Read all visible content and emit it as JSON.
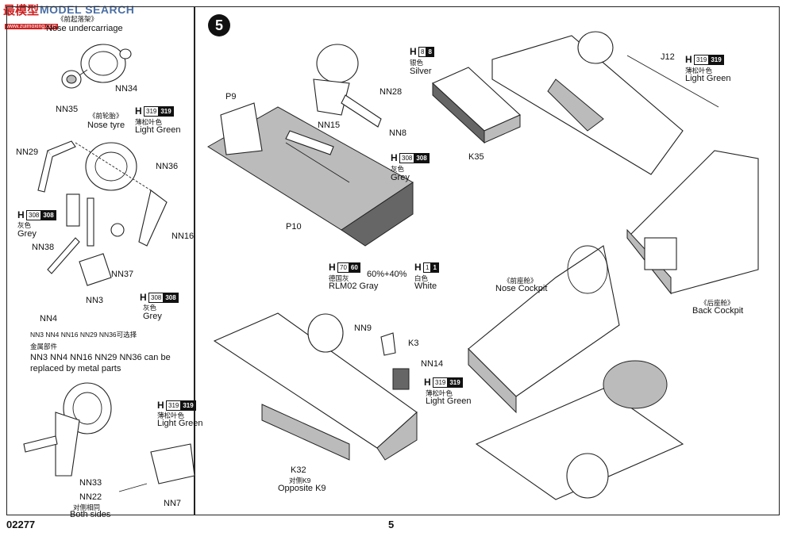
{
  "watermark": {
    "logo_cn": "最模型",
    "logo_en": "MODEL SEARCH",
    "logo_url": "www.zuimoxing.com"
  },
  "left_panel": {
    "title_cn": "《前起落架》",
    "title_en": "Nose undercarriage",
    "labels": {
      "nn34": "NN34",
      "nn35": "NN35",
      "nn29": "NN29",
      "nn36": "NN36",
      "nn16": "NN16",
      "nn38": "NN38",
      "nn37": "NN37",
      "nn3": "NN3",
      "nn4": "NN4",
      "nn33": "NN33",
      "nn22": "NN22",
      "nn7": "NN7"
    },
    "nose_tyre_cn": "《前轮胎》",
    "nose_tyre_en": "Nose tyre",
    "colors": {
      "c319_top": {
        "h": "H",
        "code1": "319",
        "code2": "319",
        "cn": "薄松叶色",
        "en": "Light Green"
      },
      "c308_left": {
        "h": "H",
        "code1": "308",
        "code2": "308",
        "cn": "灰色",
        "en": "Grey"
      },
      "c308_right": {
        "h": "H",
        "code1": "308",
        "code2": "308",
        "cn": "灰色",
        "en": "Grey"
      },
      "c319_bottom": {
        "h": "H",
        "code1": "319",
        "code2": "319",
        "cn": "薄松叶色",
        "en": "Light Green"
      }
    },
    "note_cn_1": "NN3 NN4 NN16 NN29 NN36可选择",
    "note_cn_2": "金属部件",
    "note_en_1": "NN3 NN4 NN16 NN29 NN36 can be",
    "note_en_2": "replaced by metal parts",
    "both_sides_cn": "对侧相同",
    "both_sides_en": "Both sides"
  },
  "step": {
    "number": "5",
    "labels": {
      "p9": "P9",
      "p10": "P10",
      "nn28": "NN28",
      "nn15": "NN15",
      "nn8": "NN8",
      "k35": "K35",
      "j12": "J12",
      "nn9": "NN9",
      "k3": "K3",
      "nn14": "NN14",
      "k32": "K32"
    },
    "opposite_cn": "对侧K9",
    "opposite_en": "Opposite K9",
    "mix": "60%+40%",
    "colors": {
      "silver": {
        "h": "H",
        "code1": "8",
        "code2": "8",
        "cn": "银色",
        "en": "Silver"
      },
      "lightgreen_j12": {
        "h": "H",
        "code1": "319",
        "code2": "319",
        "cn": "薄松叶色",
        "en": "Light Green"
      },
      "grey_308": {
        "h": "H",
        "code1": "308",
        "code2": "308",
        "cn": "灰色",
        "en": "Grey"
      },
      "rlm02": {
        "h": "H",
        "code1": "70",
        "code2": "60",
        "cn": "德国灰",
        "en": "RLM02 Gray"
      },
      "white": {
        "h": "H",
        "code1": "1",
        "code2": "1",
        "cn": "白色",
        "en": "White"
      },
      "lightgreen_nn14": {
        "h": "H",
        "code1": "319",
        "code2": "319",
        "cn": "薄松叶色",
        "en": "Light Green"
      }
    },
    "nose_cockpit_cn": "《前座舱》",
    "nose_cockpit_en": "Nose Cockpit",
    "back_cockpit_cn": "《后座舱》",
    "back_cockpit_en": "Back Cockpit"
  },
  "footer": {
    "kit_number": "02277",
    "page_number": "5"
  }
}
